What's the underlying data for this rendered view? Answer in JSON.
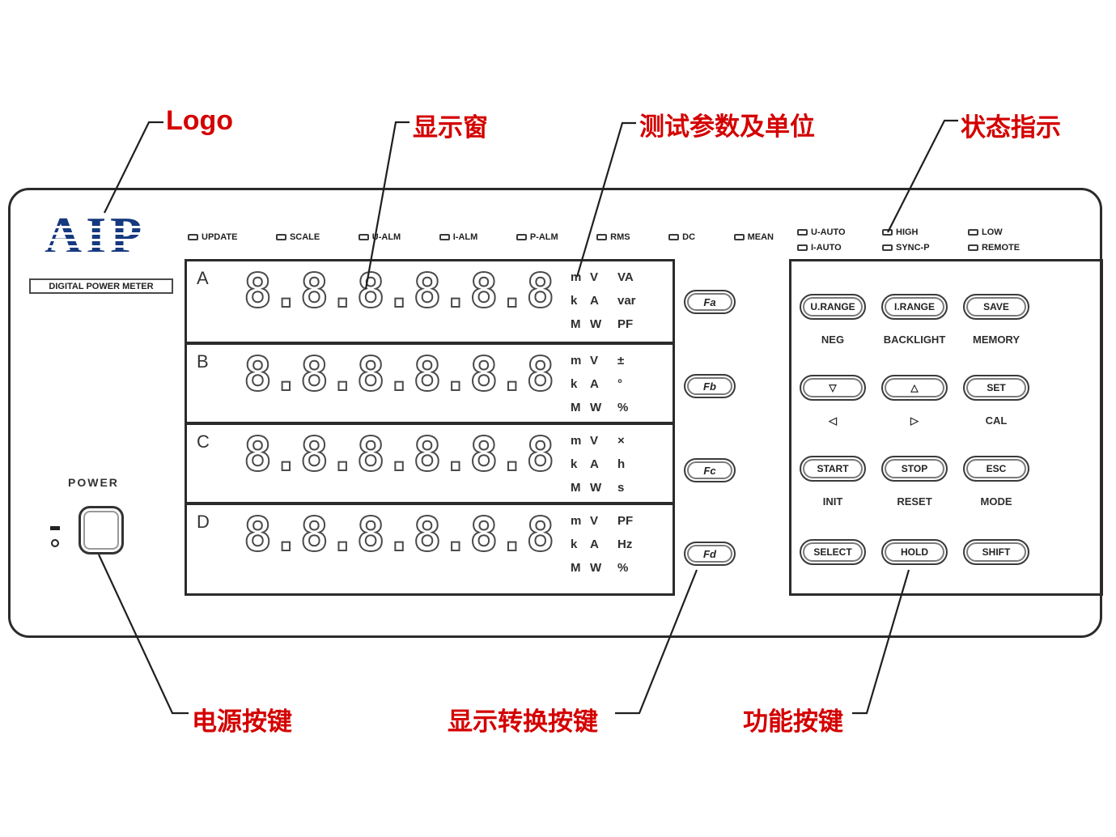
{
  "annotations": {
    "logo_label": "Logo",
    "display_window_label": "显示窗",
    "params_units_label": "测试参数及单位",
    "status_label": "状态指示",
    "power_key_label": "电源按键",
    "display_switch_label": "显示转换按键",
    "function_keys_label": "功能按键"
  },
  "panel": {
    "brand": "AIP",
    "model_text": "DIGITAL POWER METER",
    "power_label": "POWER",
    "top_indicators": [
      "UPDATE",
      "SCALE",
      "U-ALM",
      "I-ALM",
      "P-ALM",
      "RMS",
      "DC",
      "MEAN"
    ],
    "status_indicators": {
      "row1": [
        "U-AUTO",
        "HIGH",
        "LOW"
      ],
      "row2": [
        "I-AUTO",
        "SYNC-P",
        "REMOTE"
      ]
    },
    "display_rows": [
      {
        "id": "A",
        "digits": "8.8.8.8.8.8",
        "button": "Fa",
        "units": [
          [
            "m",
            "V",
            "VA"
          ],
          [
            "k",
            "A",
            "var"
          ],
          [
            "M",
            "W",
            "PF"
          ]
        ]
      },
      {
        "id": "B",
        "digits": "8.8.8.8.8.8",
        "button": "Fb",
        "units": [
          [
            "m",
            "V",
            "±"
          ],
          [
            "k",
            "A",
            "°"
          ],
          [
            "M",
            "W",
            "%"
          ]
        ]
      },
      {
        "id": "C",
        "digits": "8.8.8.8.8.8",
        "button": "Fc",
        "units": [
          [
            "m",
            "V",
            "×"
          ],
          [
            "k",
            "A",
            "h"
          ],
          [
            "M",
            "W",
            "s"
          ]
        ]
      },
      {
        "id": "D",
        "digits": "8.8.8.8.8.8",
        "button": "Fd",
        "units": [
          [
            "m",
            "V",
            "PF"
          ],
          [
            "k",
            "A",
            "Hz"
          ],
          [
            "M",
            "W",
            "%"
          ]
        ]
      }
    ],
    "keypad": {
      "row1": {
        "keys": [
          "U.RANGE",
          "I.RANGE",
          "SAVE"
        ],
        "subs": [
          "NEG",
          "BACKLIGHT",
          "MEMORY"
        ]
      },
      "row2": {
        "keys": [
          "▽",
          "△",
          "SET"
        ],
        "subs": [
          "◁",
          "▷",
          "CAL"
        ]
      },
      "row3": {
        "keys": [
          "START",
          "STOP",
          "ESC"
        ],
        "subs": [
          "INIT",
          "RESET",
          "MODE"
        ]
      },
      "row4": {
        "keys": [
          "SELECT",
          "HOLD",
          "SHIFT"
        ]
      }
    }
  },
  "colors": {
    "annotation_red": "#d40000",
    "logo_blue": "#16397f",
    "outline_dark": "#2b2b2b"
  }
}
